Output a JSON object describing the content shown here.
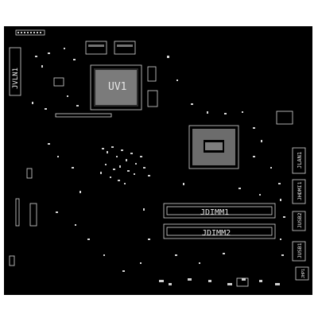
{
  "labels": {
    "jvln1": "JVLN1",
    "uv1": "UV1",
    "jdimm1": "JDIMM1",
    "jdimm2": "JDIMM2",
    "jlan1": "JLAN1",
    "jhdmi1": "JHDMI1",
    "jusb2": "JUSB2",
    "jusb1": "JUSB1",
    "jhp1": "JHP1"
  },
  "colors": {
    "background": "#000000",
    "silkscreen": "#e0e0e0"
  }
}
